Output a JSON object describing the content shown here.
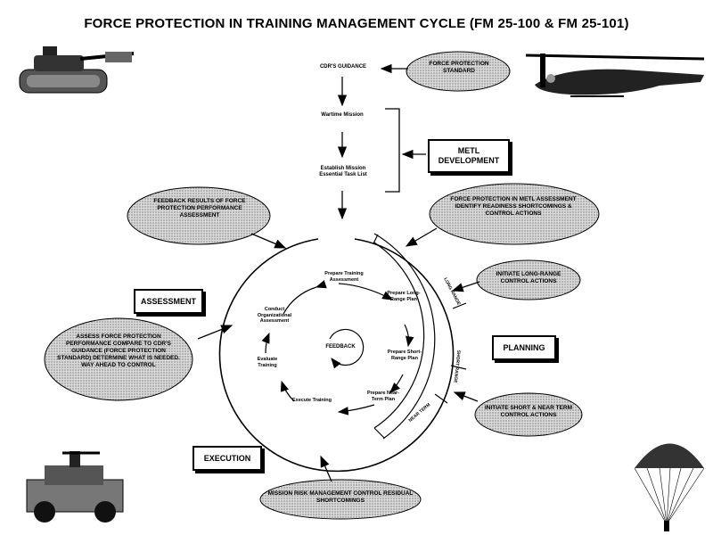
{
  "title": "FORCE PROTECTION IN TRAINING MANAGEMENT CYCLE (FM 25-100 & FM 25-101)",
  "top_flow": {
    "cdrs_guidance": "CDR'S GUIDANCE",
    "force_protection_standard": "FORCE PROTECTION STANDARD",
    "wartime_mission": "Wartime Mission",
    "establish_metl": "Establish Mission Essential Task List"
  },
  "boxes": {
    "metl_development": "METL DEVELOPMENT",
    "assessment": "ASSESSMENT",
    "planning": "PLANNING",
    "execution": "EXECUTION"
  },
  "clouds": {
    "feedback_results": "FEEDBACK RESULTS OF FORCE PROTECTION PERFORMANCE ASSESSMENT",
    "metl_assessment": "FORCE PROTECTION IN METL ASSESSMENT IDENTIFY READINESS SHORTCOMINGS & CONTROL ACTIONS",
    "long_range": "INITIATE LONG-RANGE CONTROL ACTIONS",
    "assessment_detail": "ASSESS FORCE PROTECTION PERFORMANCE COMPARE TO CDR'S GUIDANCE (FORCE PROTECTION STANDARD) DETERMINE WHAT IS NEEDED. WAY AHEAD TO CONTROL",
    "short_near": "INITIATE SHORT & NEAR TERM CONTROL ACTIONS",
    "mission_risk": "MISSION RISK MANAGEMENT CONTROL RESIDUAL SHORTCOMINGS"
  },
  "cycle": {
    "prepare_training_assessment": "Prepare Training Assessment",
    "prepare_long_range": "Prepare Long-Range Plan",
    "prepare_short_range": "Prepare Short-Range Plan",
    "prepare_near_term": "Prepare Near-Term Plan",
    "execute_training": "Execute Training",
    "evaluate_training": "Evaluate Training",
    "conduct_org_assessment": "Conduct Organizational Assessment",
    "feedback": "FEEDBACK"
  },
  "bands": {
    "long_range": "LONG RANGE",
    "short_range": "SHORT RANGE",
    "near_term": "NEAR TERM"
  },
  "icons": [
    "tank-icon",
    "helicopter-icon",
    "humvee-icon",
    "parachute-icon",
    "cloud-icon"
  ]
}
